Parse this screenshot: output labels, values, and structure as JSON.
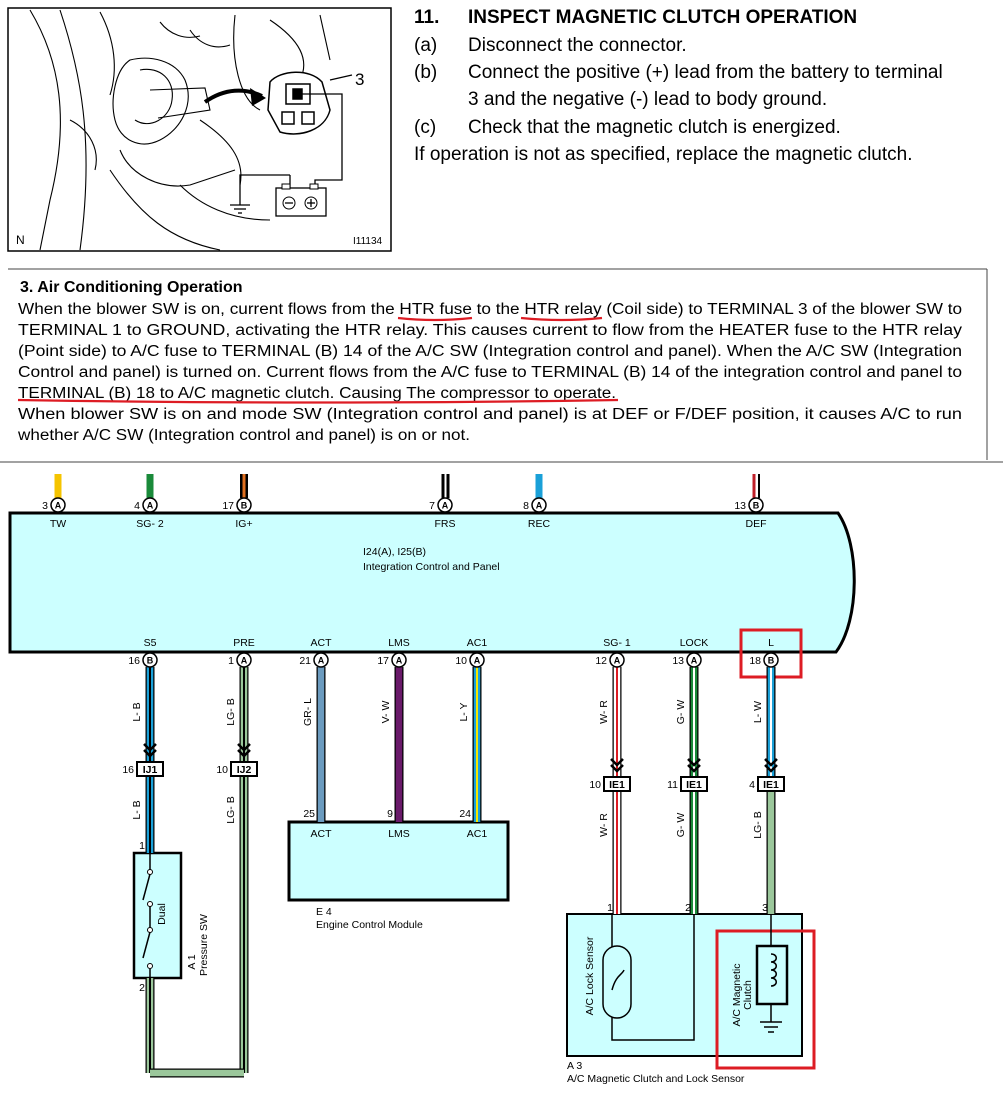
{
  "illustration": {
    "terminal_number": "3",
    "corner_letter": "N",
    "figure_id": "I11134"
  },
  "inspect": {
    "number": "11.",
    "title": "INSPECT MAGNETIC CLUTCH OPERATION",
    "steps": [
      {
        "marker": "(a)",
        "lines": [
          "Disconnect the connector."
        ]
      },
      {
        "marker": "(b)",
        "lines": [
          "Connect the positive (+) lead from the battery to terminal",
          "3 and the negative (-) lead to body ground."
        ]
      },
      {
        "marker": "(c)",
        "lines": [
          "Check that the magnetic clutch is energized."
        ]
      }
    ],
    "note": "If operation is not as specified, replace the magnetic clutch."
  },
  "ac_operation": {
    "heading": "3.  Air Conditioning Operation",
    "lines": [
      "When the blower SW is on, current flows from the HTR fuse to the HTR relay (Coil side) to TERMINAL 3 of the blower SW to",
      "TERMINAL 1 to GROUND, activating the HTR relay. This causes current to flow from the HEATER fuse to the HTR relay",
      "(Point side) to A/C fuse to TERMINAL (B) 14 of the A/C SW (Integration control and panel). When the A/C SW (Integration",
      "Control and panel) is turned on. Current flows from the A/C fuse to TERMINAL (B) 14 of the integration control and panel to",
      "TERMINAL (B) 18 to A/C magnetic clutch. Causing The compressor to operate.",
      "When blower SW is on and mode SW (Integration control and panel) is at DEF or F/DEF position, it causes A/C to run",
      "whether A/C SW (Integration control and panel) is on or not."
    ]
  },
  "wiring": {
    "panel": {
      "id": "I24(A), I25(B)",
      "name": "Integration Control and Panel"
    },
    "top_pins": [
      {
        "num": "3",
        "conn": "A",
        "label": "TW",
        "color": "#f5c400"
      },
      {
        "num": "4",
        "conn": "A",
        "label": "SG- 2",
        "color": "#1a8a3a"
      },
      {
        "num": "17",
        "conn": "B",
        "label": "IG+",
        "color": "#e07020"
      },
      {
        "num": "7",
        "conn": "A",
        "label": "FRS",
        "color": "#111111"
      },
      {
        "num": "8",
        "conn": "A",
        "label": "REC",
        "color": "#1aa0d8"
      },
      {
        "num": "13",
        "conn": "B",
        "label": "DEF",
        "color": "#c0202a"
      }
    ],
    "bottom_pins": [
      {
        "num": "16",
        "conn": "B",
        "label": "S5",
        "wire": "L- B"
      },
      {
        "num": "1",
        "conn": "A",
        "label": "PRE",
        "wire": "LG- B"
      },
      {
        "num": "21",
        "conn": "A",
        "label": "ACT",
        "wire": "GR- L"
      },
      {
        "num": "17",
        "conn": "A",
        "label": "LMS",
        "wire": "V- W"
      },
      {
        "num": "10",
        "conn": "A",
        "label": "AC1",
        "wire": "L- Y"
      },
      {
        "num": "12",
        "conn": "A",
        "label": "SG- 1",
        "wire": "W- R"
      },
      {
        "num": "13",
        "conn": "A",
        "label": "LOCK",
        "wire": "G- W"
      },
      {
        "num": "18",
        "conn": "B",
        "label": "L",
        "wire": "L- W"
      }
    ],
    "junctions": [
      {
        "num": "16",
        "label": "IJ1",
        "wire_below": "L- B"
      },
      {
        "num": "10",
        "label": "IJ2",
        "wire_below": "LG- B"
      },
      {
        "num": "10",
        "label": "IE1",
        "wire_below": "W- R"
      },
      {
        "num": "11",
        "label": "IE1",
        "wire_below": "G- W"
      },
      {
        "num": "4",
        "label": "IE1",
        "wire_below": "LG- B"
      }
    ],
    "ecm": {
      "pins": [
        {
          "num": "25",
          "label": "ACT"
        },
        {
          "num": "9",
          "label": "LMS"
        },
        {
          "num": "24",
          "label": "AC1"
        }
      ],
      "id": "E 4",
      "name": "Engine Control Module"
    },
    "pressure_sw": {
      "top_pin": "1",
      "bottom_pin": "2",
      "switch_label": "Dual",
      "id": "A 1",
      "name": "Pressure SW",
      "wire_below": "LG- B"
    },
    "clutch": {
      "pins": [
        "1",
        "2",
        "3"
      ],
      "sensor_label": "A/C Lock Sensor",
      "clutch_label_1": "A/C Magnetic",
      "clutch_label_2": "Clutch",
      "id": "A 3",
      "name": "A/C Magnetic Clutch and Lock Sensor"
    },
    "colors": {
      "panel_fill": "#ccffff",
      "highlight": "#dd1c24",
      "underline": "#dd1c24"
    }
  }
}
